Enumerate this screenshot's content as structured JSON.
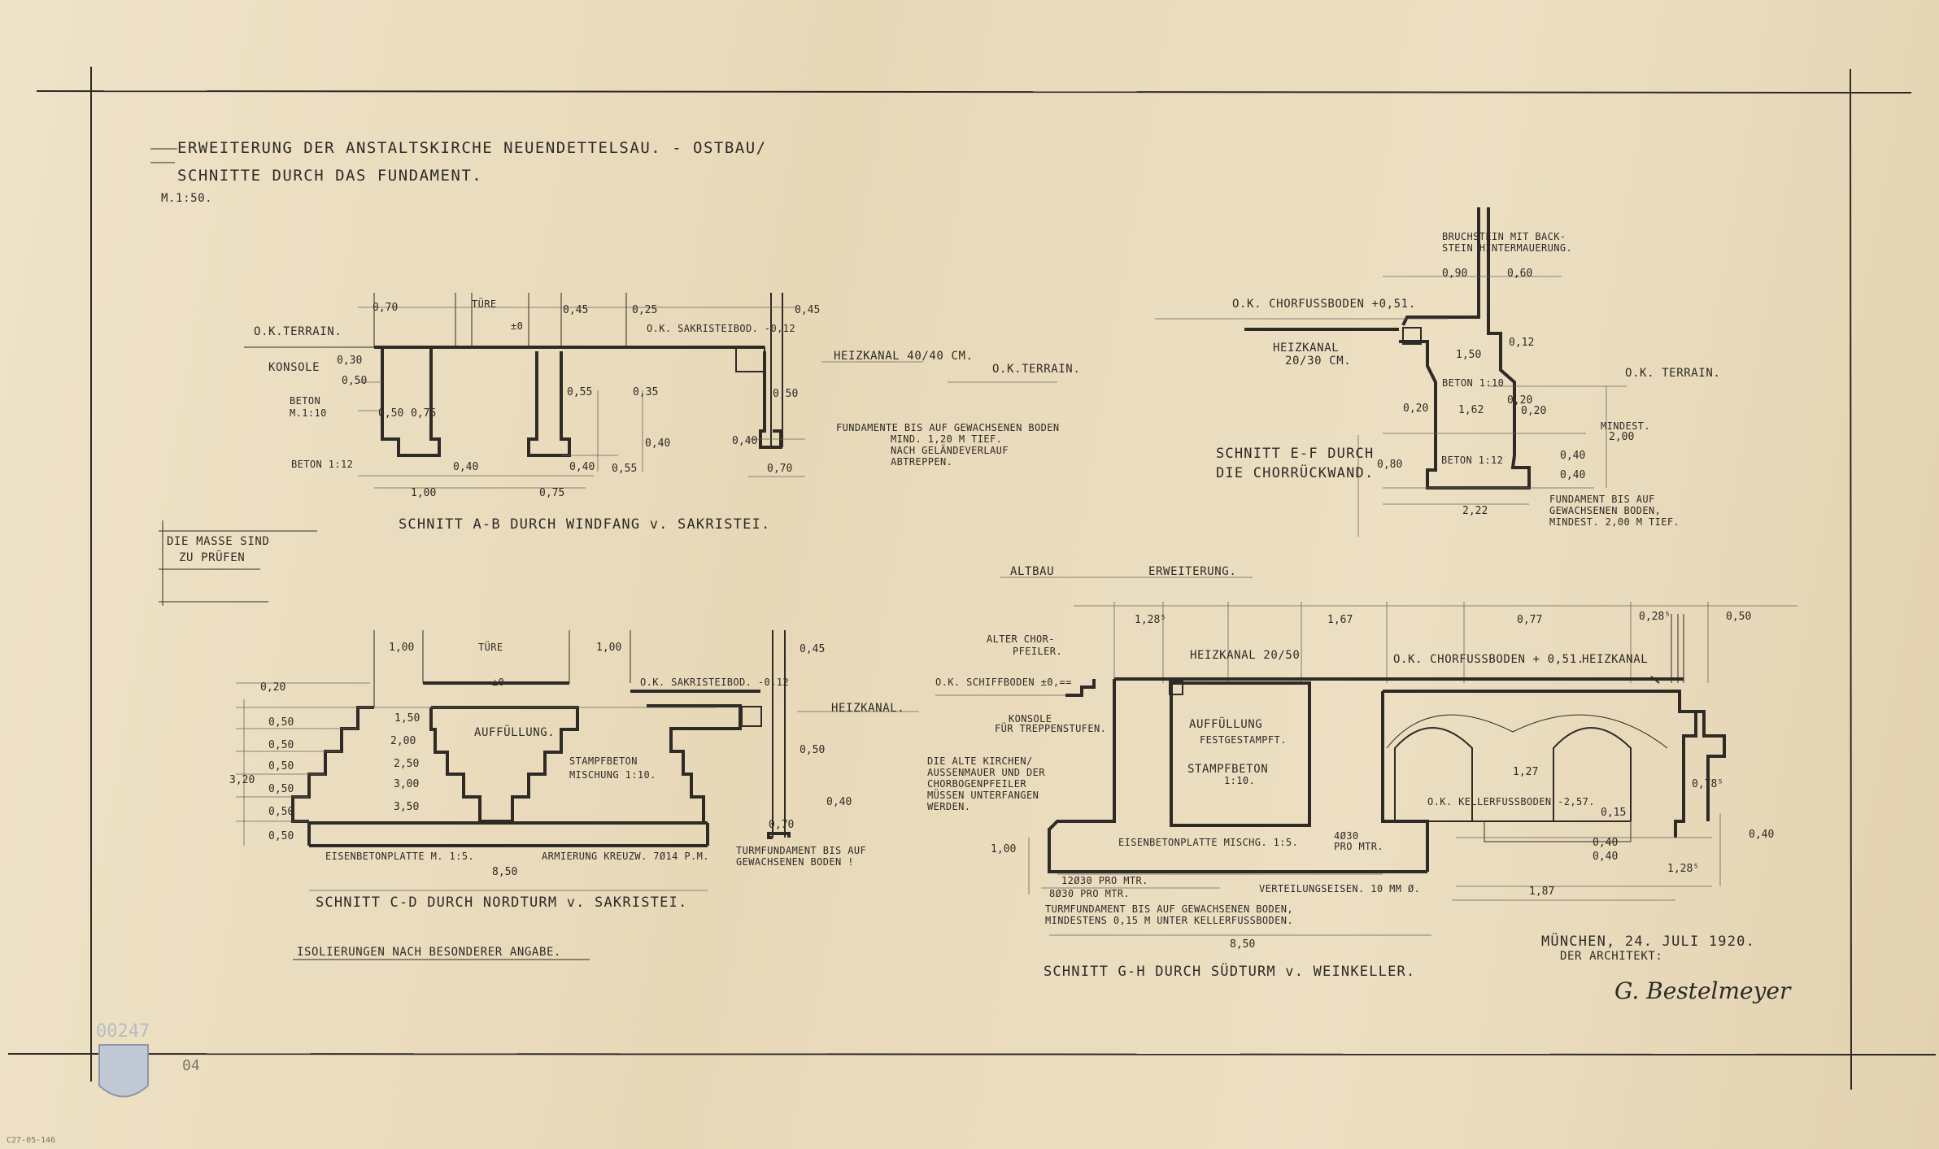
{
  "title": {
    "line1": "ERWEITERUNG DER ANSTALTSKIRCHE NEUENDETTELSAU. - OSTBAU/",
    "line2": "SCHNITTE DURCH DAS FUNDAMENT.",
    "scale": "M.1:50."
  },
  "note_measure": {
    "line1": "DIE MASSE SIND",
    "line2": "ZU PRÜFEN"
  },
  "sections": {
    "ab": {
      "caption": "SCHNITT A-B DURCH WINDFANG v. SAKRISTEI.",
      "labels": {
        "ok_terrain_left": "O.K.TERRAIN.",
        "konsole": "KONSOLE",
        "beton_1_10": "BETON",
        "beton_scale": "M.1:10",
        "beton_1_12": "BETON 1:12",
        "tuere": "TÜRE",
        "pm0": "±0",
        "ok_sakristei": "O.K. SAKRISTEIBOD. -0,12",
        "heizkanal": "HEIZKANAL 40/40 CM.",
        "ok_terrain_right": "O.K.TERRAIN.",
        "fund_note_1": "FUNDAMENTE BIS AUF GEWACHSENEN BODEN",
        "fund_note_2": "MIND. 1,20 M TIEF.",
        "fund_note_3": "NACH GELÄNDEVERLAUF",
        "fund_note_4": "ABTREPPEN."
      },
      "dims": {
        "d070": "0,70",
        "d045a": "0,45",
        "d025": "0,25",
        "d045b": "0,45",
        "d030": "0,30",
        "d050a": "0,50",
        "d050b": "0,50",
        "d075a": "0,75",
        "d055a": "0,55",
        "d035": "0,35",
        "d050c": "0,50",
        "d040a": "0,40",
        "d040b": "0,40",
        "d040c": "0,40",
        "d055b": "0,55",
        "d040d": "0,40",
        "d070b": "0,70",
        "d100": "1,00",
        "d075b": "0,75"
      }
    },
    "ef": {
      "caption_1": "SCHNITT E-F DURCH",
      "caption_2": "DIE CHORRÜCKWAND.",
      "labels": {
        "bruchstein_1": "BRUCHSTEIN MIT BACK-",
        "bruchstein_2": "STEIN HINTERMAUERUNG.",
        "ok_chor": "O.K. CHORFUSSBODEN +0,51.",
        "heizkanal_1": "HEIZKANAL",
        "heizkanal_2": "20/30 CM.",
        "beton_1_10": "BETON 1:10",
        "beton_1_12": "BETON 1:12",
        "ok_terrain": "O.K. TERRAIN.",
        "mindest": "MINDEST.",
        "mindest_val": "2,00",
        "fund_1": "FUNDAMENT BIS AUF",
        "fund_2": "GEWACHSENEN BODEN,",
        "fund_3": "MINDEST. 2,00 M TIEF."
      },
      "dims": {
        "d090": "0,90",
        "d060": "0,60",
        "d012": "0,12",
        "d150": "1,50",
        "d020a": "0,20",
        "d162": "1,62",
        "d020b": "0,20",
        "d020c": "0,20",
        "d080": "0,80",
        "d040a": "0,40",
        "d040b": "0,40",
        "d222": "2,22"
      }
    },
    "cd": {
      "caption": "SCHNITT C-D DURCH NORDTURM v. SAKRISTEI.",
      "labels": {
        "tuere": "TÜRE",
        "pm0": "±0",
        "auffuellung": "AUFFÜLLUNG.",
        "stampfbeton_1": "STAMPFBETON",
        "stampfbeton_2": "MISCHUNG 1:10.",
        "ok_sakristei": "O.K. SAKRISTEIBOD. -0,12",
        "heizkanal": "HEIZKANAL.",
        "eisenbeton": "EISENBETONPLATTE M. 1:5.",
        "armierung": "ARMIERUNG KREUZW. 7Ø14 P.M.",
        "turm_1": "TURMFUNDAMENT BIS AUF",
        "turm_2": "GEWACHSENEN BODEN !"
      },
      "dims": {
        "d100a": "1,00",
        "d100b": "1,00",
        "d045": "0,45",
        "d020": "0,20",
        "d050_1": "0,50",
        "d050_2": "0,50",
        "d050_3": "0,50",
        "d050_4": "0,50",
        "d050_5": "0,50",
        "d050_6": "0,50",
        "d320": "3,20",
        "s150": "1,50",
        "s200": "2,00",
        "s250": "2,50",
        "s300": "3,00",
        "s350": "3,50",
        "d050r": "0,50",
        "d040": "0,40",
        "d070": "0,70",
        "d850": "8,50"
      },
      "note": "ISOLIERUNGEN NACH BESONDERER ANGABE."
    },
    "gh": {
      "caption": "SCHNITT G-H DURCH SÜDTURM v. WEINKELLER.",
      "labels": {
        "altbau": "ALTBAU",
        "erweiterung": "ERWEITERUNG.",
        "alter_chor_1": "ALTER CHOR-",
        "alter_chor_2": "PFEILER.",
        "heizkanal_top": "HEIZKANAL 20/50",
        "ok_chor": "O.K. CHORFUSSBODEN + 0,51.",
        "heizkanal_right": "HEIZKANAL",
        "ok_schiff": "O.K. SCHIFFBODEN ±0,==",
        "konsole_1": "KONSOLE",
        "konsole_2": "FÜR TREPPENSTUFEN.",
        "auffuellung_1": "AUFFÜLLUNG",
        "auffuellung_2": "FESTGESTAMPFT.",
        "stampfbeton_1": "STAMPFBETON",
        "stampfbeton_2": "1:10.",
        "kirchen_1": "DIE ALTE KIRCHEN/",
        "kirchen_2": "AUSSENMAUER UND DER",
        "kirchen_3": "CHORBOGENPFEILER",
        "kirchen_4": "MÜSSEN UNTERFANGEN",
        "kirchen_5": "WERDEN.",
        "ok_keller": "O.K. KELLERFUSSBODEN -2,57.",
        "eisenbeton": "EISENBETONPLATTE MISCHG. 1:5.",
        "pro_mtr": "4Ø30",
        "pro_mtr_2": "PRO MTR.",
        "r1": "12Ø30 PRO MTR.",
        "r2": "8Ø30 PRO MTR.",
        "verteilung": "VERTEILUNGSEISEN. 10 MM Ø.",
        "turm_1": "TURMFUNDAMENT BIS AUF GEWACHSENEN BODEN,",
        "turm_2": "MINDESTENS 0,15 M UNTER KELLERFUSSBODEN."
      },
      "dims": {
        "d128a": "1,28⁵",
        "d167": "1,67",
        "d077": "0,77",
        "d028": "0,28⁵",
        "d050": "0,50",
        "d127": "1,27",
        "d078": "0,78⁵",
        "d015": "0,15",
        "d100": "1,00",
        "d040a": "0,40",
        "d040b": "0,40",
        "d128b": "1,28⁵",
        "d187": "1,87",
        "d040c": "0,40",
        "d850": "8,50"
      }
    }
  },
  "signature": {
    "place_date": "MÜNCHEN, 24. JULI 1920.",
    "role": "DER ARCHITEKT:",
    "name": "G. Bestelmeyer"
  },
  "archive": {
    "stamp_number": "00247",
    "sheet_number": "04",
    "corner_mark": "C27-05-146"
  }
}
